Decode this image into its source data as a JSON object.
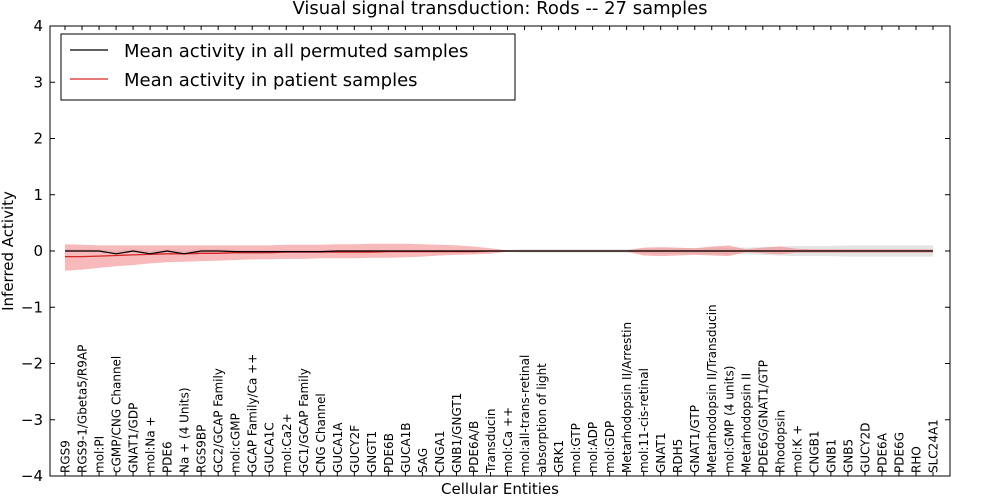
{
  "chart_data": {
    "type": "line",
    "title": "Visual signal transduction: Rods -- 27 samples",
    "xlabel": "Cellular Entities",
    "ylabel": "Inferred Activity",
    "ylim": [
      -4,
      4
    ],
    "yticks": [
      "4",
      "3",
      "2",
      "1",
      "0",
      "−1",
      "−2",
      "−3",
      "−4"
    ],
    "legend_position": "top-left",
    "categories": [
      "RGS9",
      "RGS9-1/Gbeta5/R9AP",
      "mol:PI",
      "cGMP/CNG Channel",
      "GNAT1/GDP",
      "mol:Na +",
      "PDE6",
      "Na + (4 Units)",
      "RGS9BP",
      "GC2/GCAP Family",
      "mol:cGMP",
      "GCAP Family/Ca ++",
      "GUCA1C",
      "mol:Ca2+",
      "GC1/GCAP Family",
      "CNG Channel",
      "GUCA1A",
      "GUCY2F",
      "GNGT1",
      "PDE6B",
      "GUCA1B",
      "SAG",
      "CNGA1",
      "GNB1/GNGT1",
      "PDE6A/B",
      "Transducin",
      "mol:Ca ++",
      "mol:all-trans-retinal",
      "absorption of light",
      "GRK1",
      "mol:GTP",
      "mol:ADP",
      "mol:GDP",
      "Metarhodopsin II/Arrestin",
      "mol:11-cis-retinal",
      "GNAT1",
      "RDH5",
      "GNAT1/GTP",
      "Metarhodopsin II/Transducin",
      "mol:GMP (4 units)",
      "Metarhodopsin II",
      "PDE6G/GNAT1/GTP",
      "Rhodopsin",
      "mol:K +",
      "CNGB1",
      "GNB1",
      "GNB5",
      "GUCY2D",
      "PDE6A",
      "PDE6G",
      "RHO",
      "SLC24A1"
    ],
    "series": [
      {
        "name": "Mean activity in all permuted samples",
        "color": "#000000",
        "values": [
          0.0,
          0.0,
          0.0,
          -0.05,
          0.0,
          -0.05,
          0.0,
          -0.05,
          0.0,
          0.0,
          -0.01,
          -0.01,
          -0.01,
          -0.01,
          -0.01,
          -0.01,
          0.0,
          0.0,
          0.0,
          0.0,
          0.0,
          0.0,
          0.0,
          0.0,
          0.0,
          0.0,
          0.0,
          0.0,
          0.0,
          0.0,
          0.0,
          0.0,
          0.0,
          0.0,
          0.0,
          0.0,
          0.0,
          0.0,
          0.0,
          0.0,
          0.0,
          0.0,
          0.0,
          0.0,
          0.0,
          0.0,
          0.0,
          0.0,
          0.0,
          0.0,
          0.0,
          0.0
        ],
        "band_lower": [
          -0.02,
          -0.02,
          -0.02,
          -0.07,
          -0.02,
          -0.07,
          -0.02,
          -0.07,
          -0.02,
          -0.02,
          -0.02,
          -0.02,
          -0.02,
          -0.02,
          -0.02,
          -0.02,
          -0.02,
          -0.02,
          -0.02,
          -0.02,
          -0.02,
          -0.02,
          -0.02,
          -0.02,
          -0.02,
          -0.02,
          -0.02,
          -0.03,
          -0.03,
          -0.03,
          -0.03,
          -0.03,
          -0.03,
          -0.03,
          -0.04,
          -0.05,
          -0.05,
          -0.05,
          -0.06,
          -0.06,
          -0.06,
          -0.07,
          -0.08,
          -0.09,
          -0.09,
          -0.09,
          -0.1,
          -0.1,
          -0.1,
          -0.1,
          -0.1,
          -0.1
        ],
        "band_upper": [
          0.03,
          0.03,
          0.03,
          0.0,
          0.03,
          0.0,
          0.03,
          0.0,
          0.03,
          0.03,
          0.02,
          0.02,
          0.02,
          0.02,
          0.02,
          0.02,
          0.02,
          0.02,
          0.02,
          0.02,
          0.02,
          0.02,
          0.02,
          0.02,
          0.02,
          0.02,
          0.02,
          0.03,
          0.03,
          0.03,
          0.03,
          0.03,
          0.03,
          0.03,
          0.04,
          0.05,
          0.05,
          0.05,
          0.06,
          0.06,
          0.06,
          0.07,
          0.08,
          0.09,
          0.09,
          0.09,
          0.1,
          0.1,
          0.1,
          0.1,
          0.1,
          0.1
        ],
        "band_color": "#b3b3b3"
      },
      {
        "name": "Mean activity in patient samples",
        "color": "#d62728",
        "values": [
          -0.1,
          -0.1,
          -0.09,
          -0.08,
          -0.07,
          -0.06,
          -0.05,
          -0.05,
          -0.04,
          -0.04,
          -0.03,
          -0.03,
          -0.03,
          -0.02,
          -0.02,
          -0.02,
          -0.02,
          -0.02,
          -0.02,
          -0.01,
          -0.01,
          -0.01,
          -0.01,
          -0.01,
          -0.01,
          0.0,
          0.0,
          0.0,
          0.0,
          0.0,
          0.0,
          0.0,
          0.0,
          0.0,
          0.0,
          0.0,
          0.0,
          0.0,
          0.0,
          0.0,
          0.0,
          0.0,
          0.0,
          0.0,
          0.0,
          0.0,
          0.0,
          0.0,
          0.0,
          0.0,
          0.0,
          0.0
        ],
        "band_lower": [
          -0.35,
          -0.33,
          -0.3,
          -0.27,
          -0.25,
          -0.22,
          -0.2,
          -0.19,
          -0.18,
          -0.17,
          -0.16,
          -0.15,
          -0.15,
          -0.14,
          -0.14,
          -0.13,
          -0.13,
          -0.13,
          -0.12,
          -0.12,
          -0.11,
          -0.1,
          -0.08,
          -0.07,
          -0.06,
          -0.05,
          -0.01,
          -0.01,
          -0.01,
          -0.01,
          -0.01,
          -0.01,
          -0.01,
          -0.01,
          -0.08,
          -0.09,
          -0.08,
          -0.07,
          -0.08,
          -0.09,
          -0.02,
          -0.04,
          -0.06,
          -0.03,
          -0.03,
          -0.03,
          -0.03,
          -0.03,
          -0.03,
          -0.03,
          -0.03,
          -0.03
        ],
        "band_upper": [
          0.12,
          0.11,
          0.1,
          0.1,
          0.1,
          0.1,
          0.1,
          0.1,
          0.1,
          0.1,
          0.1,
          0.1,
          0.1,
          0.11,
          0.11,
          0.11,
          0.12,
          0.12,
          0.13,
          0.13,
          0.13,
          0.12,
          0.11,
          0.1,
          0.08,
          0.05,
          0.01,
          0.01,
          0.01,
          0.01,
          0.01,
          0.01,
          0.01,
          0.01,
          0.06,
          0.07,
          0.06,
          0.05,
          0.08,
          0.1,
          0.03,
          0.06,
          0.08,
          0.04,
          0.03,
          0.03,
          0.03,
          0.03,
          0.03,
          0.03,
          0.03,
          0.03
        ],
        "band_color": "#f08080"
      }
    ]
  }
}
